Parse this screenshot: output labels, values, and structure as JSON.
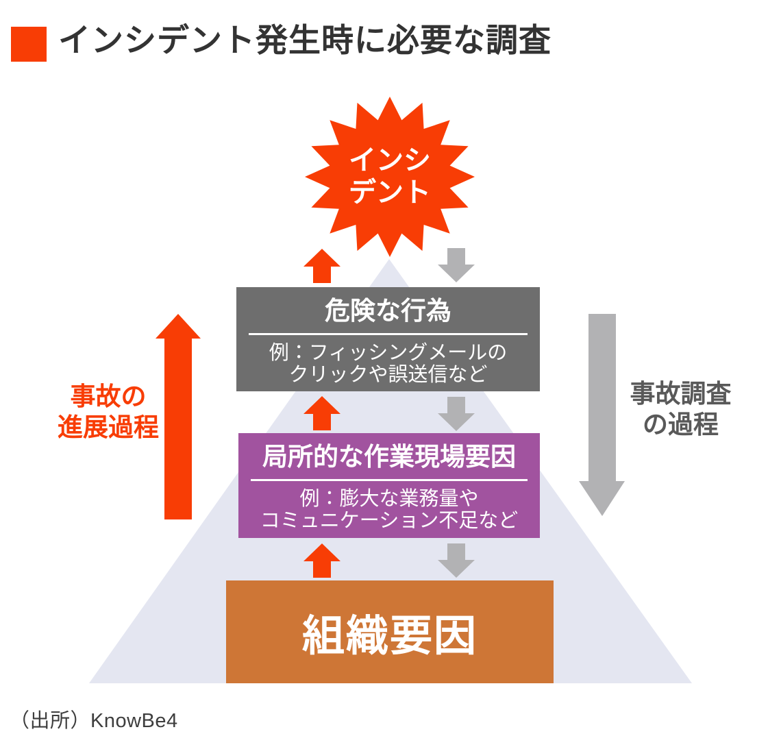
{
  "title": "インシデント発生時に必要な調査",
  "incident_burst": {
    "line1": "インシ",
    "line2": "デント"
  },
  "levels": [
    {
      "name": "dangerous-behavior",
      "title": "危険な行為",
      "example": {
        "line1": "例：フィッシングメールの",
        "line2": "クリックや誤送信など"
      }
    },
    {
      "name": "local-workplace-factors",
      "title": "局所的な作業現場要因",
      "example": {
        "line1": "例：膨大な業務量や",
        "line2": "コミュニケーション不足など"
      }
    },
    {
      "name": "organizational-factors",
      "title": "組織要因"
    }
  ],
  "left_flow_label": {
    "line1": "事故の",
    "line2": "進展過程"
  },
  "right_flow_label": {
    "line1": "事故調査",
    "line2": "の過程"
  },
  "source": "（出所）KnowBe4",
  "colors": {
    "accent_red": "#f83d05",
    "box_gray": "#6e6e6e",
    "box_purple": "#a1539f",
    "box_orange": "#ce7636",
    "pyramid_fill": "#e4e6f1",
    "arrow_gray": "#b2b2b4",
    "title_text": "#333333",
    "right_label_text": "#595959",
    "source_text": "#3d3d3d"
  }
}
